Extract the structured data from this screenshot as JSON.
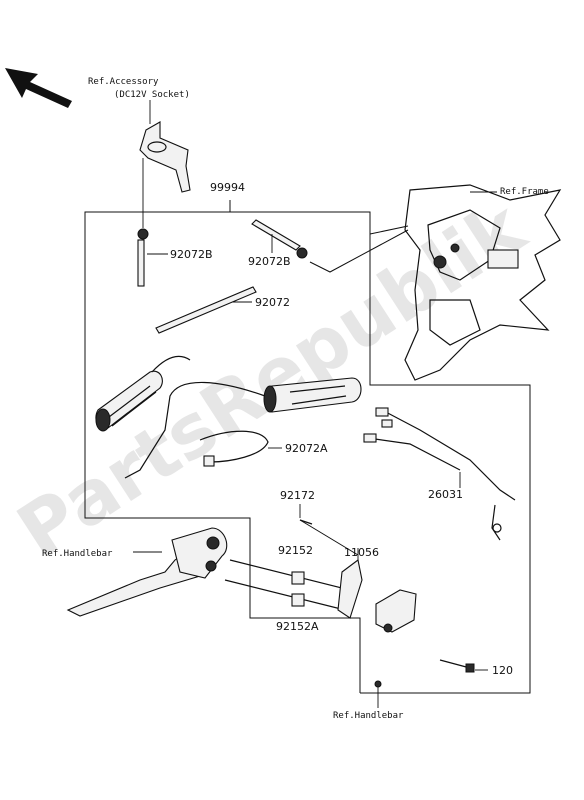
{
  "watermark": "PartsRepublik",
  "refs": {
    "accessory_line1": "Ref.Accessory",
    "accessory_line2": "(DC12V Socket)",
    "frame": "Ref.Frame",
    "handlebar_left": "Ref.Handlebar",
    "handlebar_bottom": "Ref.Handlebar"
  },
  "parts": {
    "p99994": "99994",
    "p92072B_left": "92072B",
    "p92072B_right": "92072B",
    "p92072": "92072",
    "p92072A": "92072A",
    "p26031": "26031",
    "p92172": "92172",
    "p92152": "92152",
    "p11056": "11056",
    "p92152A": "92152A",
    "p120": "120"
  }
}
